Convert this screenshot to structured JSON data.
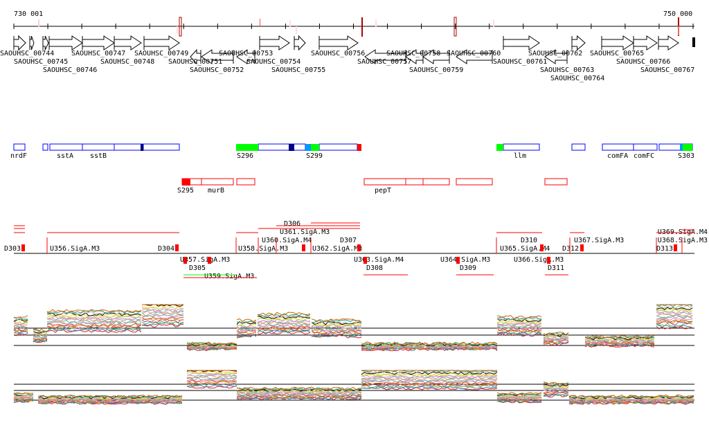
{
  "ruler": {
    "start_label": "730 001",
    "end_label": "750 000"
  },
  "genes": [
    "SAOUHSC_00744",
    "SAOUHSC_00745",
    "SAOUHSC_00746",
    "SAOUHSC_00747",
    "SAOUHSC_00748",
    "SAOUHSC_00749",
    "SAOUHSC_00751",
    "SAOUHSC_00752",
    "SAOUHSC_00753",
    "SAOUHSC_00754",
    "SAOUHSC_00755",
    "SAOUHSC_00756",
    "SAOUHSC_00757",
    "SAOUHSC_00758",
    "SAOUHSC_00759",
    "SAOUHSC_00760",
    "SAOUHSC_00761",
    "SAOUHSC_00762",
    "SAOUHSC_00763",
    "SAOUHSC_00764",
    "SAOUHSC_00765",
    "SAOUHSC_00766",
    "SAOUHSC_00767"
  ],
  "forward_segments": [
    "nrdF",
    "sstA",
    "sstB",
    "S296",
    "S299",
    "llm",
    "comFA",
    "comFC",
    "S303"
  ],
  "reverse_segments": [
    "S295",
    "murB",
    "pepT"
  ],
  "regulatory_features": [
    "D303",
    "U356.SigA.M3",
    "D304",
    "D305",
    "U357.SigA.M3",
    "U359.SigA.M3",
    "U358.SigA.M3",
    "U360.SigA.M4",
    "U361.SigA.M3",
    "D306",
    "U362.SigA.M3",
    "D307",
    "D308",
    "U363.SigA.M4",
    "D309",
    "U364.SigA.M3",
    "U365.SigA.M4",
    "D310",
    "D311",
    "U366.SigA.M3",
    "D312",
    "U367.SigA.M3",
    "U368.SigA.M3",
    "D313",
    "U369.SigA.M4"
  ],
  "colors": {
    "gene_stroke": "#000000",
    "forward_track": "#0000ff",
    "reverse_track": "#ff0000",
    "sigma_green": "#00ff00",
    "dark_blue": "#000080",
    "light_blue": "#0099ff"
  }
}
